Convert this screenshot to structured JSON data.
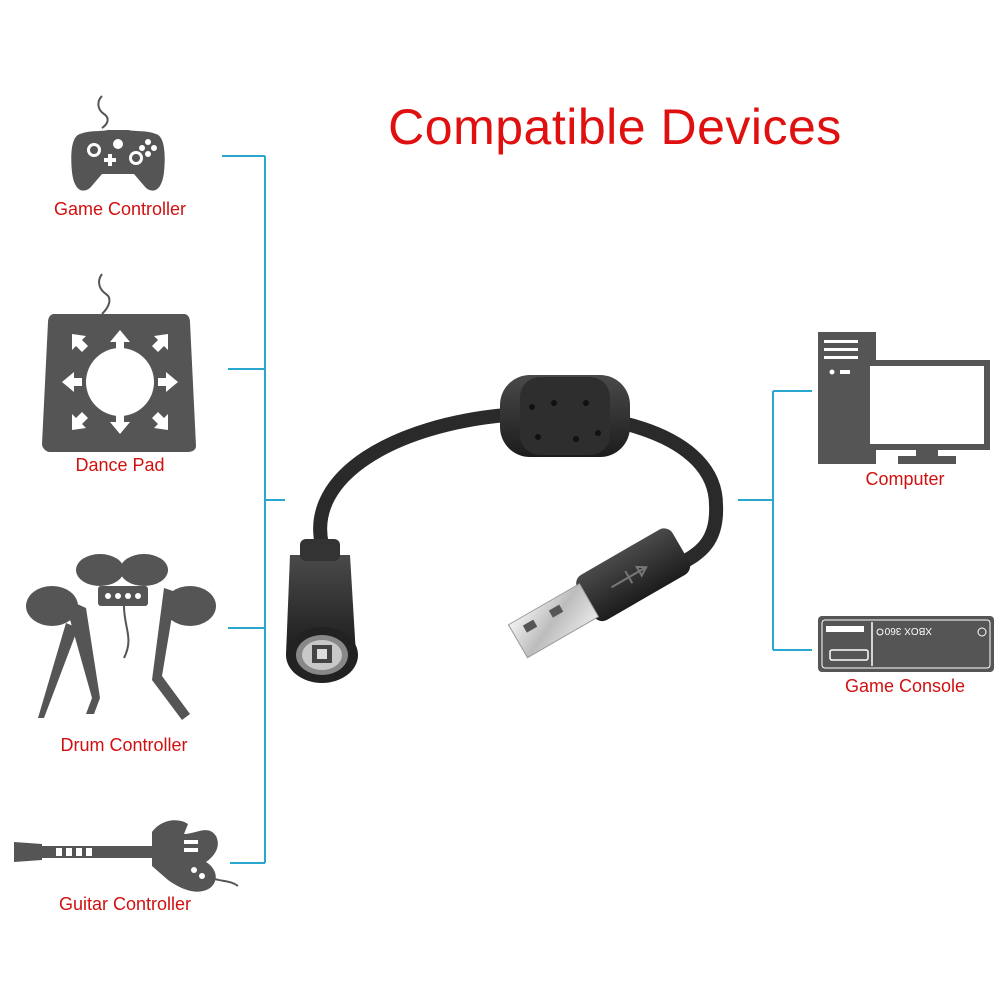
{
  "title": "Compatible Devices",
  "colors": {
    "title": "#e01010",
    "label": "#d11010",
    "bracket": "#2aa7d0",
    "icon": "#555555",
    "cable": "#2a2a2a"
  },
  "left_devices": [
    {
      "label": "Game Controller",
      "icon": "gamepad-icon"
    },
    {
      "label": "Dance Pad",
      "icon": "dance-pad-icon"
    },
    {
      "label": "Drum Controller",
      "icon": "drum-kit-icon"
    },
    {
      "label": "Guitar Controller",
      "icon": "guitar-icon"
    }
  ],
  "right_devices": [
    {
      "label": "Computer",
      "icon": "desktop-computer-icon"
    },
    {
      "label": "Game Console",
      "icon": "game-console-icon"
    }
  ],
  "console_text": "XBOX 360",
  "product": {
    "name_icon": "usb-breakaway-cable-icon"
  }
}
